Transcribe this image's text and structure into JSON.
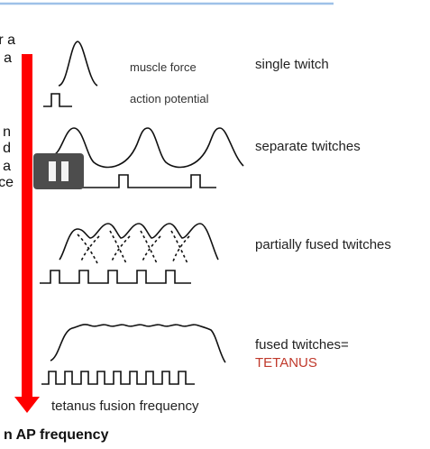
{
  "left_text": {
    "line1": "r a",
    "line2": "a",
    "line3": "n",
    "line4": "d",
    "line5": "a",
    "line6": "ce"
  },
  "labels": {
    "muscle_force": "muscle force",
    "action_potential": "action potential",
    "single_twitch": "single twitch",
    "separate_twitches": "separate twitches",
    "partially_fused": "partially fused twitches",
    "fused_line1": "fused twitches=",
    "fused_line2": "TETANUS",
    "fusion_frequency": "tetanus fusion frequency"
  },
  "bottom_caption": "n AP frequency",
  "colors": {
    "arrow": "#ff0000",
    "top_rule": "#9ec1e8",
    "tetanus": "#c0392b",
    "pause_bg": "#4d4d4d"
  },
  "icons": {
    "pause": "pause-icon"
  }
}
